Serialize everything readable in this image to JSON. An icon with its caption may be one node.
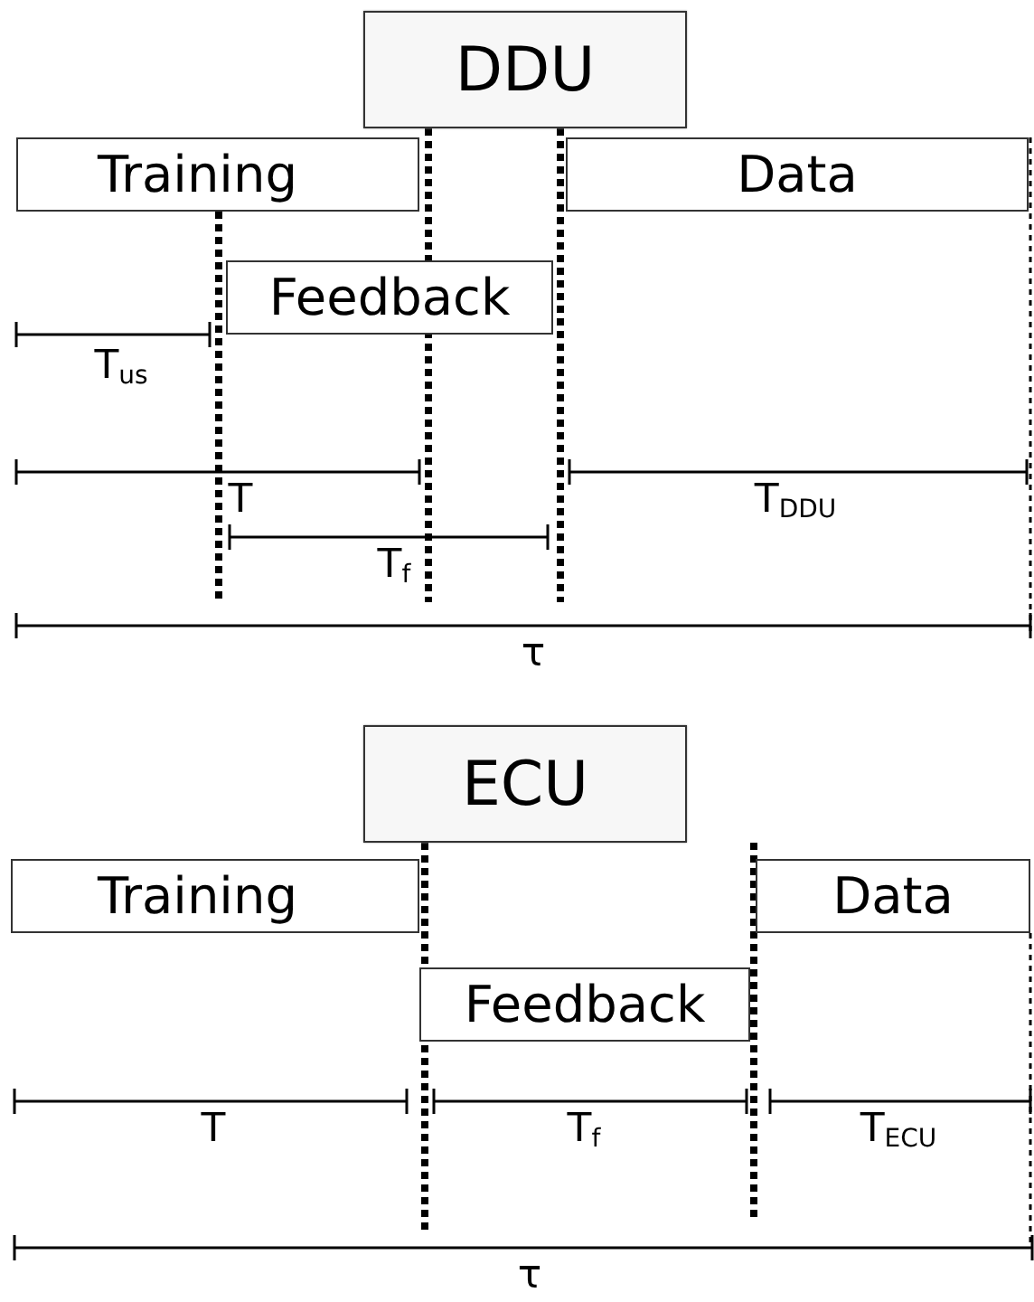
{
  "diagram": {
    "nodes": [
      {
        "text": [
          "DDU"
        ]
      },
      {
        "text": [
          "Training"
        ]
      },
      {
        "text": [
          "Data"
        ]
      },
      {
        "text": [
          "Feedback"
        ]
      },
      {
        "text": [
          "ECU"
        ]
      },
      {
        "text": [
          "Training"
        ]
      },
      {
        "text": [
          "Data"
        ]
      },
      {
        "text": [
          "Feedback"
        ]
      }
    ],
    "edges": [],
    "labels": [
      "T$_{us}$",
      "T",
      "T$_{DDU}$",
      "T$_{f}$",
      "τ",
      "T",
      "T$_{f}$",
      "T$_{ECU}$",
      "τ"
    ]
  }
}
